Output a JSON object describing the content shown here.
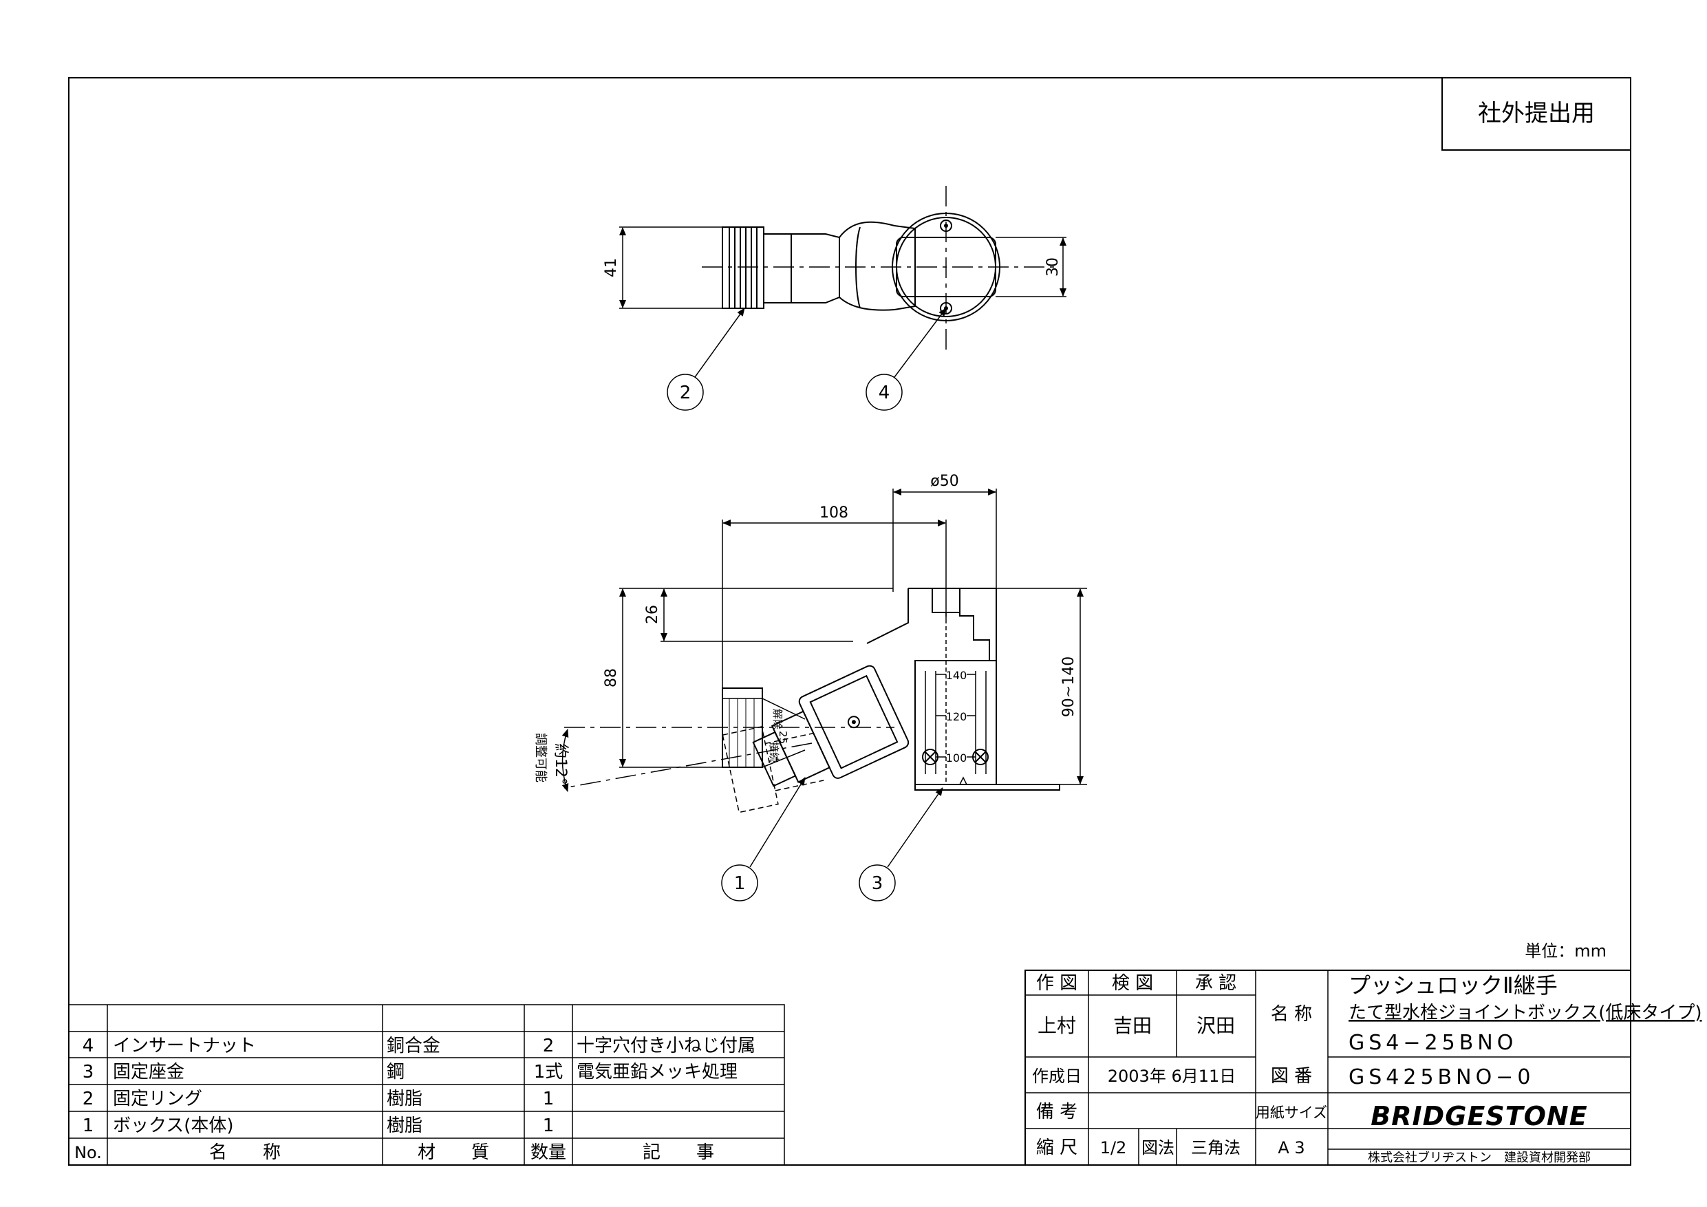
{
  "stamp": "社外提出用",
  "unit_label": "単位：mm",
  "dimensions": {
    "top_height": "41",
    "top_width": "30",
    "diameter": "ø50",
    "length": "108",
    "depth_26": "26",
    "height_88": "88",
    "adjust_range": "90~140",
    "angle": "約12°",
    "angle_note": "調整可能"
  },
  "scale_ticks": [
    "140",
    "120",
    "100"
  ],
  "small_labels": {
    "label_a": "解除",
    "label_b": "25",
    "label_c": "接続"
  },
  "callouts": [
    "1",
    "2",
    "3",
    "4"
  ],
  "parts_table": {
    "headers": {
      "no": "No.",
      "name": "名　　称",
      "material": "材　　質",
      "qty": "数量",
      "note": "記　　事"
    },
    "rows": [
      {
        "no": "4",
        "name": "インサートナット",
        "material": "銅合金",
        "qty": "2",
        "note": "十字穴付き小ねじ付属"
      },
      {
        "no": "3",
        "name": "固定座金",
        "material": "鋼",
        "qty": "1式",
        "note": "電気亜鉛メッキ処理"
      },
      {
        "no": "2",
        "name": "固定リング",
        "material": "樹脂",
        "qty": "1",
        "note": ""
      },
      {
        "no": "1",
        "name": "ボックス(本体)",
        "material": "樹脂",
        "qty": "1",
        "note": ""
      }
    ]
  },
  "title_block": {
    "drawn_label": "作 図",
    "checked_label": "検 図",
    "approved_label": "承 認",
    "drawn_by": "上村",
    "checked_by": "吉田",
    "approved_by": "沢田",
    "name_label": "名 称",
    "title_main": "プッシュロックⅡ継手",
    "title_sub": "たて型水栓ジョイントボックス(低床タイプ)",
    "model": "GS4−25BNO",
    "date_label": "作成日",
    "date_value": "2003年 6月11日",
    "drawing_no_label": "図 番",
    "drawing_no": "GS425BNO−0",
    "remarks_label": "備 考",
    "paper_size_label": "用紙サイズ",
    "scale_label": "縮 尺",
    "scale_value": "1/2",
    "projection_label": "図法",
    "projection_value": "三角法",
    "paper_size": "A 3",
    "brand": "BRIDGESTONE",
    "company": "株式会社ブリヂストン　建設資材開発部"
  }
}
